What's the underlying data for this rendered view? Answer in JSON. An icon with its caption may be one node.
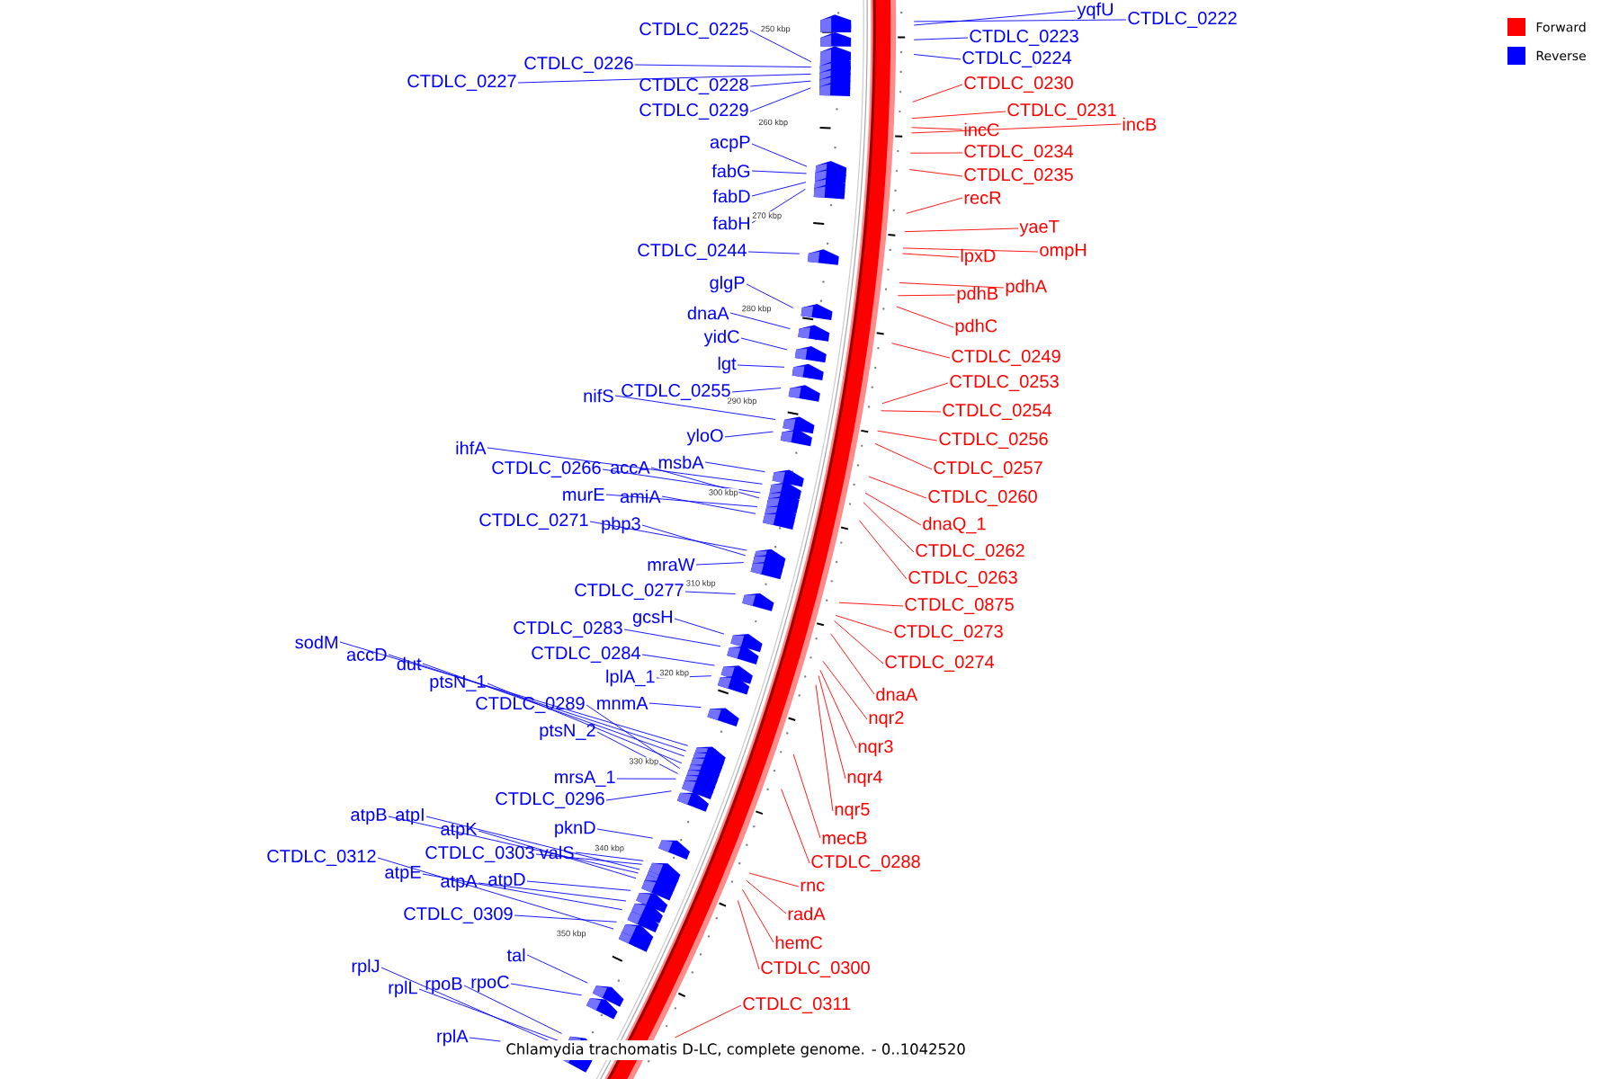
{
  "diagram": {
    "caption": "Chlamydia trachomatis D-LC, complete genome. - 0..1042520",
    "nodes": [
      {
        "text": [
          "CTDLC_0225"
        ]
      },
      {
        "text": [
          "CTDLC_0226"
        ]
      },
      {
        "text": [
          "CTDLC_0227"
        ]
      },
      {
        "text": [
          "CTDLC_0228"
        ]
      },
      {
        "text": [
          "CTDLC_0229"
        ]
      },
      {
        "text": [
          "acpP"
        ]
      },
      {
        "text": [
          "fabG"
        ]
      },
      {
        "text": [
          "fabD"
        ]
      },
      {
        "text": [
          "fabH"
        ]
      },
      {
        "text": [
          "CTDLC_0244"
        ]
      },
      {
        "text": [
          "glgP"
        ]
      },
      {
        "text": [
          "dnaA"
        ]
      },
      {
        "text": [
          "yidC"
        ]
      },
      {
        "text": [
          "lgt"
        ]
      },
      {
        "text": [
          "nifS"
        ]
      },
      {
        "text": [
          "CTDLC_0255"
        ]
      },
      {
        "text": [
          "yloO"
        ]
      },
      {
        "text": [
          "ihfA"
        ]
      },
      {
        "text": [
          "CTDLC_0266"
        ]
      },
      {
        "text": [
          "accA"
        ]
      },
      {
        "text": [
          "msbA"
        ]
      },
      {
        "text": [
          "murE"
        ]
      },
      {
        "text": [
          "amiA"
        ]
      },
      {
        "text": [
          "CTDLC_0271"
        ]
      },
      {
        "text": [
          "pbp3"
        ]
      },
      {
        "text": [
          "mraW"
        ]
      },
      {
        "text": [
          "CTDLC_0277"
        ]
      },
      {
        "text": [
          "gcsH"
        ]
      },
      {
        "text": [
          "CTDLC_0283"
        ]
      },
      {
        "text": [
          "CTDLC_0284"
        ]
      },
      {
        "text": [
          "lplA_1"
        ]
      },
      {
        "text": [
          "sodM"
        ]
      },
      {
        "text": [
          "accD"
        ]
      },
      {
        "text": [
          "dut"
        ]
      },
      {
        "text": [
          "ptsN_1"
        ]
      },
      {
        "text": [
          "CTDLC_0289"
        ]
      },
      {
        "text": [
          "mnmA"
        ]
      },
      {
        "text": [
          "ptsN_2"
        ]
      },
      {
        "text": [
          "mrsA_1"
        ]
      },
      {
        "text": [
          "CTDLC_0296"
        ]
      },
      {
        "text": [
          "pknD"
        ]
      },
      {
        "text": [
          "atpB"
        ]
      },
      {
        "text": [
          "atpI"
        ]
      },
      {
        "text": [
          "atpK"
        ]
      },
      {
        "text": [
          "CTDLC_0303"
        ]
      },
      {
        "text": [
          "valS"
        ]
      },
      {
        "text": [
          "CTDLC_0312"
        ]
      },
      {
        "text": [
          "atpE"
        ]
      },
      {
        "text": [
          "atpA"
        ]
      },
      {
        "text": [
          "atpD"
        ]
      },
      {
        "text": [
          "CTDLC_0309"
        ]
      },
      {
        "text": [
          "tal"
        ]
      },
      {
        "text": [
          "rplJ"
        ]
      },
      {
        "text": [
          "rplL"
        ]
      },
      {
        "text": [
          "rpoB"
        ]
      },
      {
        "text": [
          "rpoC"
        ]
      },
      {
        "text": [
          "rplA"
        ]
      },
      {
        "text": [
          "yqfU"
        ]
      },
      {
        "text": [
          "CTDLC_0222"
        ]
      },
      {
        "text": [
          "CTDLC_0223"
        ]
      },
      {
        "text": [
          "CTDLC_0224"
        ]
      },
      {
        "text": [
          "CTDLC_0230"
        ]
      },
      {
        "text": [
          "CTDLC_0231"
        ]
      },
      {
        "text": [
          "incC"
        ]
      },
      {
        "text": [
          "incB"
        ]
      },
      {
        "text": [
          "CTDLC_0234"
        ]
      },
      {
        "text": [
          "CTDLC_0235"
        ]
      },
      {
        "text": [
          "recR"
        ]
      },
      {
        "text": [
          "yaeT"
        ]
      },
      {
        "text": [
          "lpxD"
        ]
      },
      {
        "text": [
          "ompH"
        ]
      },
      {
        "text": [
          "pdhB"
        ]
      },
      {
        "text": [
          "pdhA"
        ]
      },
      {
        "text": [
          "pdhC"
        ]
      },
      {
        "text": [
          "CTDLC_0249"
        ]
      },
      {
        "text": [
          "CTDLC_0253"
        ]
      },
      {
        "text": [
          "CTDLC_0254"
        ]
      },
      {
        "text": [
          "CTDLC_0256"
        ]
      },
      {
        "text": [
          "CTDLC_0257"
        ]
      },
      {
        "text": [
          "CTDLC_0260"
        ]
      },
      {
        "text": [
          "dnaQ_1"
        ]
      },
      {
        "text": [
          "CTDLC_0262"
        ]
      },
      {
        "text": [
          "CTDLC_0263"
        ]
      },
      {
        "text": [
          "CTDLC_0875"
        ]
      },
      {
        "text": [
          "CTDLC_0273"
        ]
      },
      {
        "text": [
          "CTDLC_0274"
        ]
      },
      {
        "text": [
          "dnaA"
        ]
      },
      {
        "text": [
          "nqr2"
        ]
      },
      {
        "text": [
          "nqr3"
        ]
      },
      {
        "text": [
          "nqr4"
        ]
      },
      {
        "text": [
          "nqr5"
        ]
      },
      {
        "text": [
          "mecB"
        ]
      },
      {
        "text": [
          "CTDLC_0288"
        ]
      },
      {
        "text": [
          "rnc"
        ]
      },
      {
        "text": [
          "radA"
        ]
      },
      {
        "text": [
          "hemC"
        ]
      },
      {
        "text": [
          "CTDLC_0300"
        ]
      },
      {
        "text": [
          "CTDLC_0311"
        ]
      }
    ],
    "edges": [
      {
        "from": 0,
        "to": null,
        "arrow": "none"
      },
      {
        "from": 1,
        "to": null,
        "arrow": "none"
      },
      {
        "from": 2,
        "to": null,
        "arrow": "none"
      },
      {
        "from": 3,
        "to": null,
        "arrow": "none"
      },
      {
        "from": 4,
        "to": null,
        "arrow": "none"
      },
      {
        "from": 5,
        "to": null,
        "arrow": "none"
      },
      {
        "from": 6,
        "to": null,
        "arrow": "none"
      },
      {
        "from": 7,
        "to": null,
        "arrow": "none"
      },
      {
        "from": 8,
        "to": null,
        "arrow": "none"
      },
      {
        "from": 9,
        "to": null,
        "arrow": "none"
      },
      {
        "from": 10,
        "to": null,
        "arrow": "none"
      },
      {
        "from": 11,
        "to": null,
        "arrow": "none"
      },
      {
        "from": 12,
        "to": null,
        "arrow": "none"
      },
      {
        "from": 13,
        "to": null,
        "arrow": "none"
      },
      {
        "from": 14,
        "to": null,
        "arrow": "none"
      },
      {
        "from": 15,
        "to": null,
        "arrow": "none"
      },
      {
        "from": 16,
        "to": null,
        "arrow": "none"
      },
      {
        "from": 17,
        "to": null,
        "arrow": "none"
      },
      {
        "from": 18,
        "to": null,
        "arrow": "none"
      },
      {
        "from": 19,
        "to": null,
        "arrow": "none"
      },
      {
        "from": 20,
        "to": null,
        "arrow": "none"
      },
      {
        "from": 21,
        "to": null,
        "arrow": "none"
      },
      {
        "from": 22,
        "to": null,
        "arrow": "none"
      },
      {
        "from": 23,
        "to": null,
        "arrow": "none"
      },
      {
        "from": 24,
        "to": null,
        "arrow": "none"
      },
      {
        "from": 25,
        "to": null,
        "arrow": "none"
      },
      {
        "from": 26,
        "to": null,
        "arrow": "none"
      },
      {
        "from": 27,
        "to": null,
        "arrow": "none"
      },
      {
        "from": 28,
        "to": null,
        "arrow": "none"
      },
      {
        "from": 29,
        "to": null,
        "arrow": "none"
      },
      {
        "from": 30,
        "to": null,
        "arrow": "none"
      },
      {
        "from": 31,
        "to": null,
        "arrow": "none"
      },
      {
        "from": 32,
        "to": null,
        "arrow": "none"
      },
      {
        "from": 33,
        "to": null,
        "arrow": "none"
      },
      {
        "from": 34,
        "to": null,
        "arrow": "none"
      },
      {
        "from": 35,
        "to": null,
        "arrow": "none"
      },
      {
        "from": 36,
        "to": null,
        "arrow": "none"
      },
      {
        "from": 37,
        "to": null,
        "arrow": "none"
      },
      {
        "from": 38,
        "to": null,
        "arrow": "none"
      },
      {
        "from": 39,
        "to": null,
        "arrow": "none"
      },
      {
        "from": 40,
        "to": null,
        "arrow": "none"
      },
      {
        "from": 41,
        "to": null,
        "arrow": "none"
      },
      {
        "from": 42,
        "to": null,
        "arrow": "none"
      },
      {
        "from": 43,
        "to": null,
        "arrow": "none"
      },
      {
        "from": 44,
        "to": null,
        "arrow": "none"
      },
      {
        "from": 45,
        "to": null,
        "arrow": "none"
      },
      {
        "from": 46,
        "to": null,
        "arrow": "none"
      },
      {
        "from": 47,
        "to": null,
        "arrow": "none"
      },
      {
        "from": 48,
        "to": null,
        "arrow": "none"
      },
      {
        "from": 49,
        "to": null,
        "arrow": "none"
      },
      {
        "from": 50,
        "to": null,
        "arrow": "none"
      },
      {
        "from": 51,
        "to": null,
        "arrow": "none"
      },
      {
        "from": 52,
        "to": null,
        "arrow": "none"
      },
      {
        "from": 53,
        "to": null,
        "arrow": "none"
      },
      {
        "from": 54,
        "to": null,
        "arrow": "none"
      },
      {
        "from": 55,
        "to": null,
        "arrow": "none"
      },
      {
        "from": 56,
        "to": null,
        "arrow": "none"
      },
      {
        "from": 57,
        "to": null,
        "arrow": "none"
      },
      {
        "from": 58,
        "to": null,
        "arrow": "none"
      },
      {
        "from": 59,
        "to": null,
        "arrow": "none"
      },
      {
        "from": 60,
        "to": null,
        "arrow": "none"
      },
      {
        "from": 61,
        "to": null,
        "arrow": "none",
        "color": "#ff0000"
      },
      {
        "from": 62,
        "to": null,
        "arrow": "none",
        "color": "#ff0000"
      },
      {
        "from": 63,
        "to": null,
        "arrow": "none",
        "color": "#ff0000"
      },
      {
        "from": 64,
        "to": null,
        "arrow": "none",
        "color": "#ff0000"
      },
      {
        "from": 65,
        "to": null,
        "arrow": "none",
        "color": "#ff0000"
      },
      {
        "from": 66,
        "to": null,
        "arrow": "none",
        "color": "#ff0000"
      },
      {
        "from": 67,
        "to": null,
        "arrow": "none",
        "color": "#ff0000"
      },
      {
        "from": 68,
        "to": null,
        "arrow": "none",
        "color": "#ff0000"
      },
      {
        "from": 69,
        "to": null,
        "arrow": "none",
        "color": "#ff0000"
      },
      {
        "from": 70,
        "to": null,
        "arrow": "none",
        "color": "#ff0000"
      },
      {
        "from": 71,
        "to": null,
        "arrow": "none",
        "color": "#ff0000"
      },
      {
        "from": 72,
        "to": null,
        "arrow": "none",
        "color": "#ff0000"
      },
      {
        "from": 73,
        "to": null,
        "arrow": "none",
        "color": "#ff0000"
      },
      {
        "from": 74,
        "to": null,
        "arrow": "none",
        "color": "#ff0000"
      },
      {
        "from": 75,
        "to": null,
        "arrow": "none",
        "color": "#ff0000"
      },
      {
        "from": 76,
        "to": null,
        "arrow": "none",
        "color": "#ff0000"
      },
      {
        "from": 77,
        "to": null,
        "arrow": "none",
        "color": "#ff0000"
      },
      {
        "from": 78,
        "to": null,
        "arrow": "none",
        "color": "#ff0000"
      },
      {
        "from": 79,
        "to": null,
        "arrow": "none",
        "color": "#ff0000"
      },
      {
        "from": 80,
        "to": null,
        "arrow": "none",
        "color": "#ff0000"
      },
      {
        "from": 81,
        "to": null,
        "arrow": "none",
        "color": "#ff0000"
      },
      {
        "from": 82,
        "to": null,
        "arrow": "none",
        "color": "#ff0000"
      },
      {
        "from": 83,
        "to": null,
        "arrow": "none",
        "color": "#ff0000"
      },
      {
        "from": 84,
        "to": null,
        "arrow": "none",
        "color": "#ff0000"
      },
      {
        "from": 85,
        "to": null,
        "arrow": "none",
        "color": "#ff0000"
      },
      {
        "from": 86,
        "to": null,
        "arrow": "none",
        "color": "#ff0000"
      },
      {
        "from": 87,
        "to": null,
        "arrow": "none",
        "color": "#ff0000"
      },
      {
        "from": 88,
        "to": null,
        "arrow": "none",
        "color": "#ff0000"
      },
      {
        "from": 89,
        "to": null,
        "arrow": "none",
        "color": "#ff0000"
      },
      {
        "from": 90,
        "to": null,
        "arrow": "none",
        "color": "#ff0000"
      },
      {
        "from": 91,
        "to": null,
        "arrow": "none",
        "color": "#ff0000"
      },
      {
        "from": 92,
        "to": null,
        "arrow": "none",
        "color": "#ff0000"
      },
      {
        "from": 93,
        "to": null,
        "arrow": "none",
        "color": "#ff0000"
      },
      {
        "from": 94,
        "to": null,
        "arrow": "none",
        "color": "#ff0000"
      },
      {
        "from": 95,
        "to": null,
        "arrow": "none",
        "color": "#ff0000"
      },
      {
        "from": 96,
        "to": null,
        "arrow": "none",
        "color": "#ff0000"
      },
      {
        "from": 97,
        "to": null,
        "arrow": "none",
        "color": "#ff0000"
      }
    ],
    "labels": [
      "250 kbp",
      "260 kbp",
      "270 kbp",
      "280 kbp",
      "290 kbp",
      "300 kbp",
      "310 kbp",
      "320 kbp",
      "330 kbp",
      "340 kbp",
      "350 kbp"
    ],
    "legend": [
      {
        "text": "Forward",
        "color": "#ff0000"
      },
      {
        "text": "Reverse",
        "color": "#0000ff"
      }
    ]
  }
}
